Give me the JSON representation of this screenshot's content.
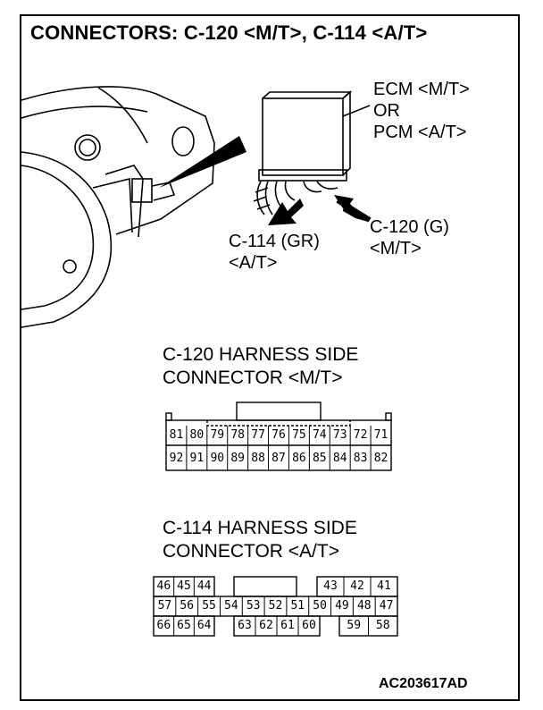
{
  "title": "CONNECTORS: C-120 <M/T>, C-114 <A/T>",
  "callouts": {
    "ecm_line1": "ECM <M/T>",
    "ecm_line2": "OR",
    "ecm_line3": "PCM <A/T>",
    "c114_line1": "C-114 (GR)",
    "c114_line2": "<A/T>",
    "c120_line1": "C-120 (G)",
    "c120_line2": "<M/T>"
  },
  "c120": {
    "heading_line1": "C-120 HARNESS SIDE",
    "heading_line2": "CONNECTOR <M/T>",
    "row1": [
      "81",
      "80",
      "79",
      "78",
      "77",
      "76",
      "75",
      "74",
      "73",
      "72",
      "71"
    ],
    "row2": [
      "92",
      "91",
      "90",
      "89",
      "88",
      "87",
      "86",
      "85",
      "84",
      "83",
      "82"
    ]
  },
  "c114": {
    "heading_line1": "C-114 HARNESS SIDE",
    "heading_line2": "CONNECTOR <A/T>",
    "row1_left": [
      "46",
      "45",
      "44"
    ],
    "row1_right": [
      "43",
      "42",
      "41"
    ],
    "row2": [
      "57",
      "56",
      "55",
      "54",
      "53",
      "52",
      "51",
      "50",
      "49",
      "48",
      "47"
    ],
    "row3_left": [
      "66",
      "65",
      "64"
    ],
    "row3_mid": [
      "63",
      "62",
      "61",
      "60"
    ],
    "row3_right": [
      "59",
      "58"
    ]
  },
  "footer_code": "AC203617AD"
}
